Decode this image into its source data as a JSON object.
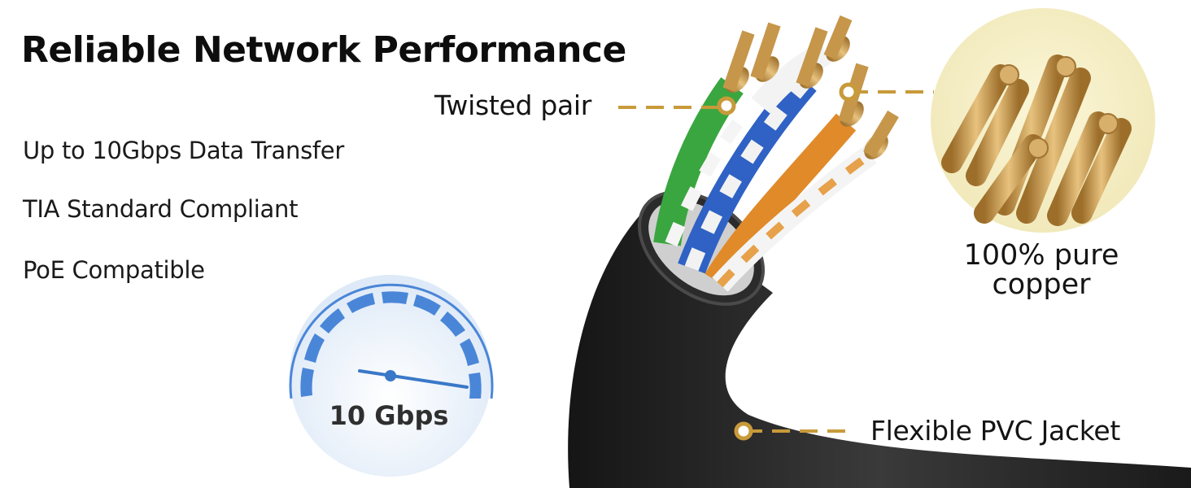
{
  "headline": "Reliable Network Performance",
  "features": [
    "Up to 10Gbps Data Transfer",
    "TIA Standard Compliant",
    "PoE Compatible"
  ],
  "callouts": {
    "twisted_pair": "Twisted pair",
    "copper": "100% pure copper",
    "jacket": "Flexible PVC Jacket"
  },
  "gauge": {
    "label": "10 Gbps",
    "level": 0.92
  },
  "colors": {
    "accent_gold": "#c89a3a",
    "gauge_blue": "#4a86d8",
    "jacket_black": "#222222"
  }
}
